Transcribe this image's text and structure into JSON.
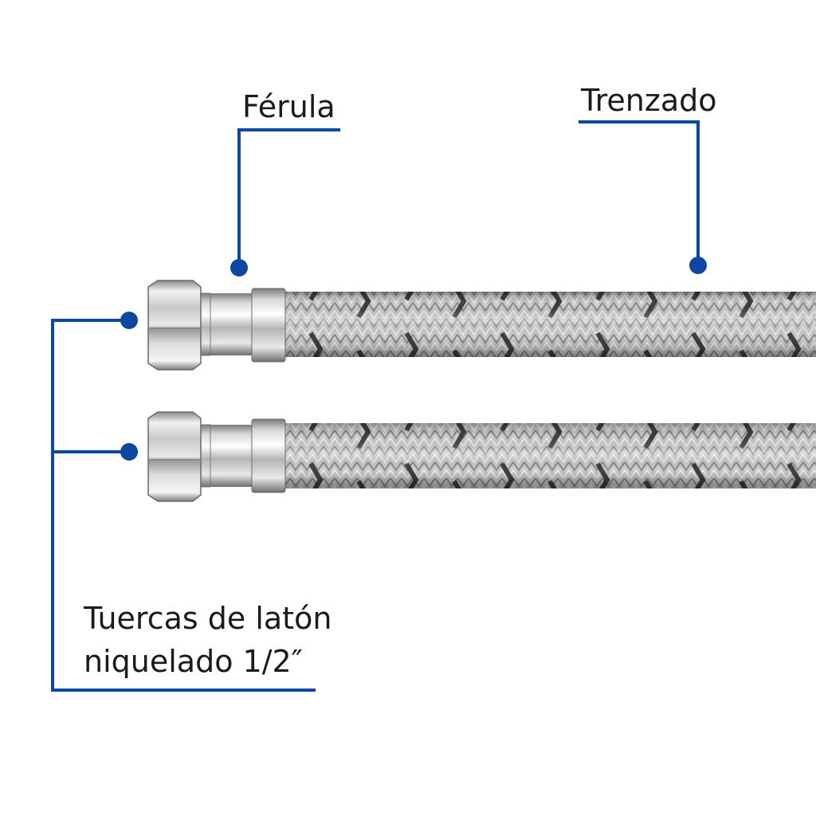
{
  "labels": {
    "ferula": "Férula",
    "trenzado": "Trenzado",
    "tuercas_line1": "Tuercas de latón",
    "tuercas_line2": "niquelado 1/2″"
  },
  "colors": {
    "leader": "#0d47a1",
    "text": "#1a1a1a",
    "background": "#ffffff"
  },
  "hoses": [
    {
      "name": "upper-hose"
    },
    {
      "name": "lower-hose"
    }
  ]
}
